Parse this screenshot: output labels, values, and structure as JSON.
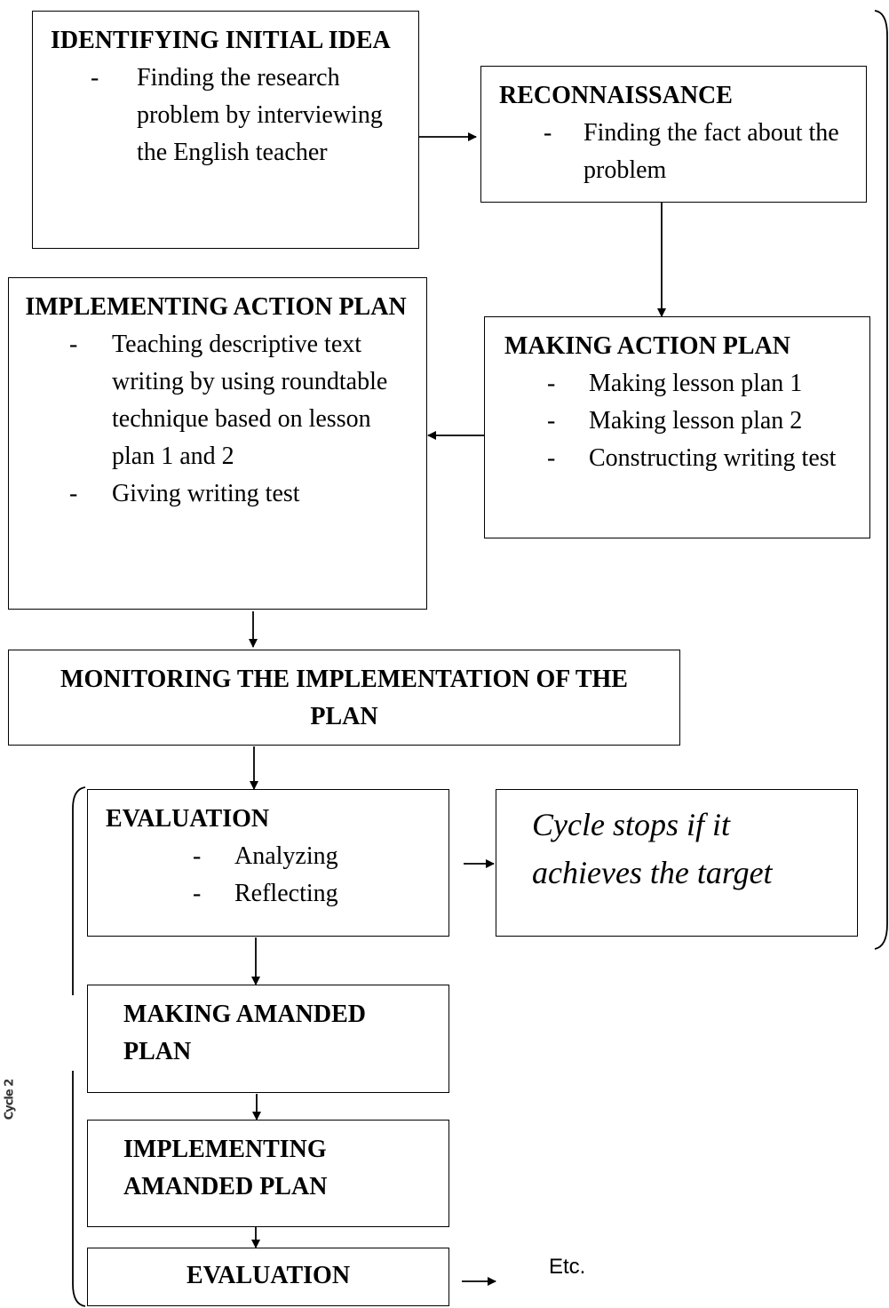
{
  "nodes": {
    "identifying": {
      "title": "IDENTIFYING INITIAL IDEA",
      "items": [
        "Finding the research problem by interviewing the English teacher"
      ]
    },
    "reconnaissance": {
      "title": "RECONNAISSANCE",
      "items": [
        "Finding the fact about the problem"
      ]
    },
    "implementing_action": {
      "title": "IMPLEMENTING ACTION PLAN",
      "items": [
        "Teaching descriptive text writing by using roundtable technique based on lesson plan 1 and 2",
        "Giving writing test"
      ]
    },
    "making_action": {
      "title": "MAKING ACTION PLAN",
      "items": [
        "Making lesson plan 1",
        "Making lesson plan 2",
        "Constructing writing test"
      ]
    },
    "monitoring": {
      "title": "MONITORING THE IMPLEMENTATION OF THE PLAN"
    },
    "evaluation": {
      "title": "EVALUATION",
      "items": [
        "Analyzing",
        "Reflecting"
      ]
    },
    "cycle_stops": {
      "text": "Cycle stops if it achieves the target"
    },
    "making_amanded": {
      "title": "MAKING AMANDED PLAN"
    },
    "implementing_amanded": {
      "title": "IMPLEMENTING AMANDED PLAN"
    },
    "evaluation2": {
      "title": "EVALUATION"
    }
  },
  "side_label": "Cycle 2",
  "etc": "Etc.",
  "dash": "-"
}
